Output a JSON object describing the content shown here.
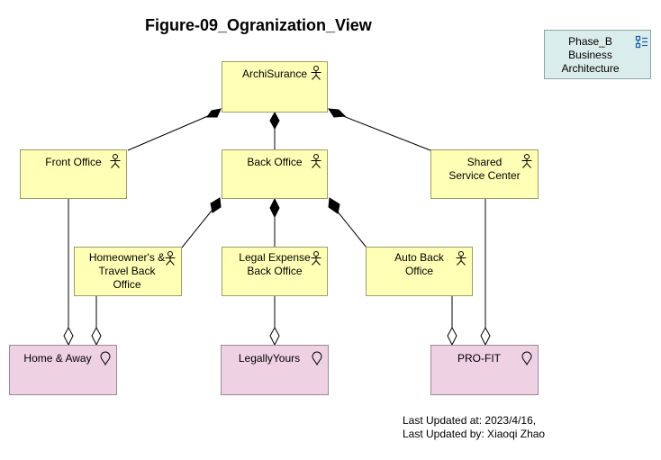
{
  "diagram": {
    "title": "Figure-09_Ogranization_View",
    "phase_box": {
      "label": "Phase_B Business Architecture",
      "icon": "phase-list-icon"
    },
    "actors": [
      {
        "id": "archisurance",
        "label": "ArchiSurance",
        "icon": "actor-icon"
      },
      {
        "id": "front-office",
        "label": "Front Office",
        "icon": "actor-icon"
      },
      {
        "id": "back-office",
        "label": "Back Office",
        "icon": "actor-icon"
      },
      {
        "id": "shared-service-center",
        "label": "Shared Service Center",
        "icon": "actor-icon"
      },
      {
        "id": "homeowners-travel-back-office",
        "label": "Homeowner's & Travel Back Office",
        "icon": "actor-icon"
      },
      {
        "id": "legal-expense-back-office",
        "label": "Legal Expense Back Office",
        "icon": "actor-icon"
      },
      {
        "id": "auto-back-office",
        "label": "Auto Back Office",
        "icon": "actor-icon"
      }
    ],
    "locations": [
      {
        "id": "home-and-away",
        "label": "Home & Away",
        "icon": "location-pin-icon"
      },
      {
        "id": "legallyyours",
        "label": "LegallyYours",
        "icon": "location-pin-icon"
      },
      {
        "id": "pro-fit",
        "label": "PRO-FIT",
        "icon": "location-pin-icon"
      }
    ],
    "relationships": [
      {
        "from": "archisurance",
        "to": "front-office",
        "type": "composition"
      },
      {
        "from": "archisurance",
        "to": "back-office",
        "type": "composition"
      },
      {
        "from": "archisurance",
        "to": "shared-service-center",
        "type": "composition"
      },
      {
        "from": "back-office",
        "to": "homeowners-travel-back-office",
        "type": "composition"
      },
      {
        "from": "back-office",
        "to": "legal-expense-back-office",
        "type": "composition"
      },
      {
        "from": "back-office",
        "to": "auto-back-office",
        "type": "composition"
      },
      {
        "from": "home-and-away",
        "to": "front-office",
        "type": "aggregation"
      },
      {
        "from": "home-and-away",
        "to": "homeowners-travel-back-office",
        "type": "aggregation"
      },
      {
        "from": "legallyyours",
        "to": "legal-expense-back-office",
        "type": "aggregation"
      },
      {
        "from": "pro-fit",
        "to": "auto-back-office",
        "type": "aggregation"
      },
      {
        "from": "pro-fit",
        "to": "shared-service-center",
        "type": "aggregation"
      }
    ],
    "footer": {
      "updated_at": "Last Updated at: 2023/4/16,",
      "updated_by": "Last Updated by: Xiaoqi Zhao"
    },
    "colors": {
      "actor_fill": "#ffffb5",
      "location_fill": "#efd1e4",
      "phase_fill": "#daeceb"
    }
  }
}
